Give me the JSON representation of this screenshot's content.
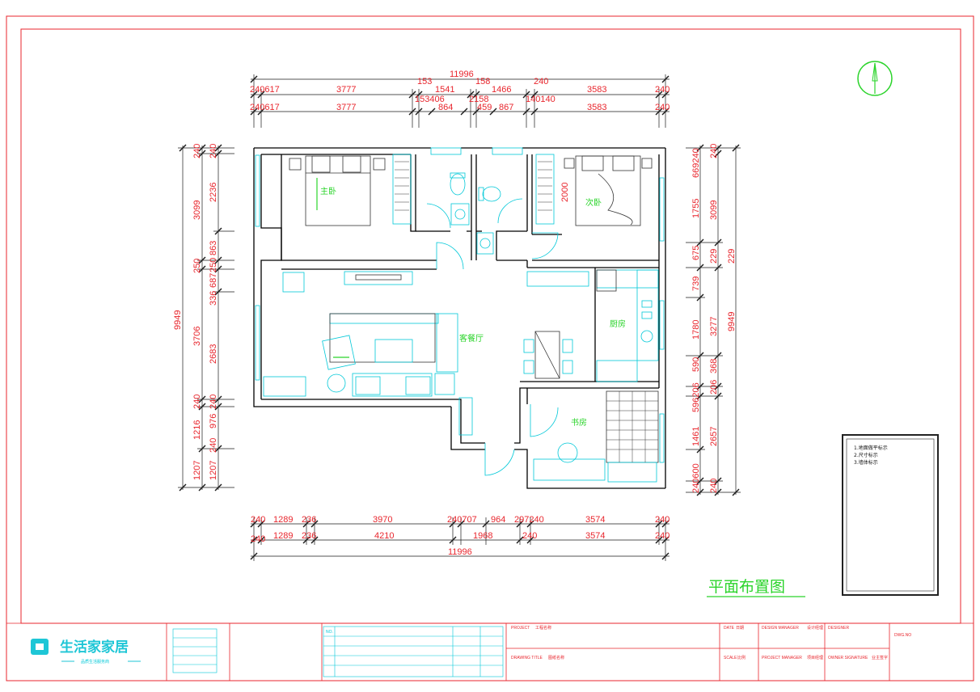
{
  "plan_title": "平面布置图",
  "rooms": {
    "master_bedroom": "主卧",
    "second_bedroom": "次卧",
    "living_dining": "客餐厅",
    "kitchen": "厨房",
    "study": "书房"
  },
  "dimensions": {
    "top_total": "11996",
    "top_row1": [
      "240617",
      "3777",
      "153",
      "1541",
      "158",
      "1466",
      "240",
      "3583",
      "240"
    ],
    "top_row2": [
      "240617",
      "3777",
      "153406",
      "864",
      "2158",
      "459",
      "867",
      "140140",
      "3583",
      "240"
    ],
    "bottom_row1": [
      "240",
      "1289",
      "236",
      "3970",
      "240707",
      "964",
      "297240",
      "3574",
      "240"
    ],
    "bottom_row2": [
      "240",
      "1289",
      "236",
      "4210",
      "1968",
      "240",
      "3574",
      "240"
    ],
    "bottom_total": "11996",
    "left_outer_total": "9949",
    "left_col1": [
      "240",
      "3099",
      "250",
      "3706",
      "240",
      "1216",
      "1207"
    ],
    "left_col2": [
      "240",
      "2236",
      "863",
      "250",
      "687",
      "336",
      "2683",
      "240",
      "976",
      "240",
      "1207"
    ],
    "right_col1": [
      "669240",
      "1755",
      "675",
      "739",
      "1780",
      "590",
      "596206",
      "1461",
      "240600"
    ],
    "right_col2": [
      "240",
      "3099",
      "229",
      "3277",
      "368",
      "206",
      "2657",
      "240"
    ],
    "right_col3": [
      "229"
    ],
    "right_outer_total": "9949",
    "interior": "2000"
  },
  "legend_items": [
    "1.地面做平标示",
    "2.尺寸标示",
    "3.墙体标示"
  ],
  "title_block": {
    "brand": "生活家家居",
    "brand_sub": "品质生活服务商",
    "no_header": "NO.",
    "project": "PROJECT",
    "project_value": "工程名称",
    "drawing_title": "DRAWING TITLE",
    "drawing_title_value": "图纸名称",
    "date": "DATE",
    "date_value": "日期",
    "scale": "SCALE",
    "scale_value": "比例",
    "design_manager": "DESIGN MANAGER",
    "design_manager_value": "设计经理",
    "project_manager": "PROJECT MANAGER",
    "project_manager_value": "项目经理",
    "designer": "DESIGNER",
    "owner_signature": "OWNER SIGNATURE",
    "owner_signature_value": "业主签字",
    "dwg_no": "DWG.NO"
  },
  "colors": {
    "wall": "#000000",
    "dimension": "#e8262d",
    "fixture": "#00c8d8",
    "label": "#2bd42b",
    "frame": "#e8262d"
  }
}
